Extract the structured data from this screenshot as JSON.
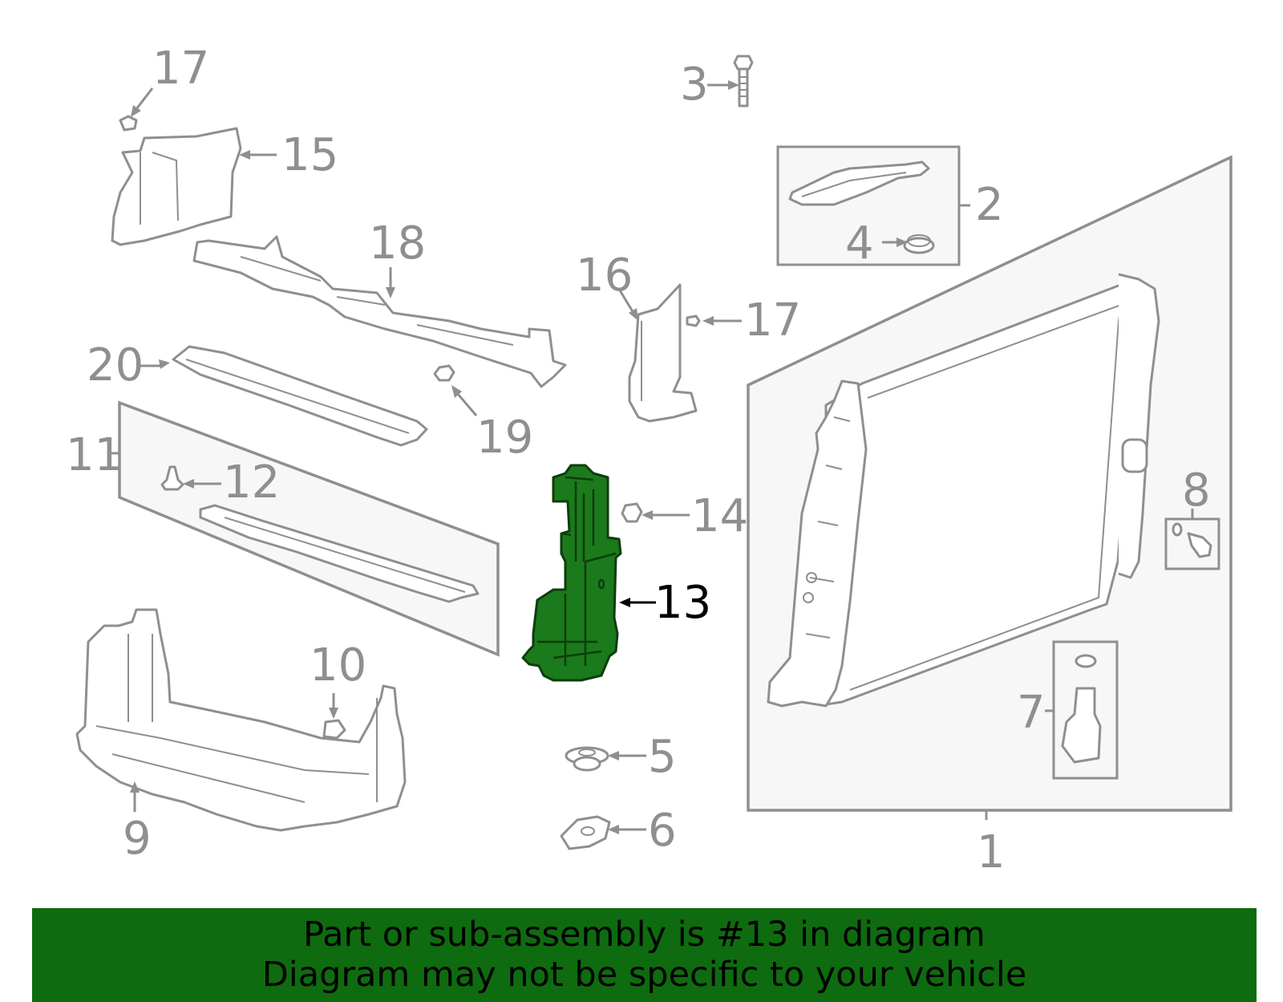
{
  "callouts": [
    {
      "id": "1",
      "text": "1"
    },
    {
      "id": "2",
      "text": "2"
    },
    {
      "id": "3",
      "text": "3"
    },
    {
      "id": "4",
      "text": "4"
    },
    {
      "id": "5",
      "text": "5"
    },
    {
      "id": "6",
      "text": "6"
    },
    {
      "id": "7",
      "text": "7"
    },
    {
      "id": "8",
      "text": "8"
    },
    {
      "id": "9",
      "text": "9"
    },
    {
      "id": "10",
      "text": "10"
    },
    {
      "id": "11",
      "text": "11"
    },
    {
      "id": "12",
      "text": "12"
    },
    {
      "id": "13",
      "text": "13"
    },
    {
      "id": "14",
      "text": "14"
    },
    {
      "id": "15",
      "text": "15"
    },
    {
      "id": "16",
      "text": "16"
    },
    {
      "id": "17a",
      "text": "17"
    },
    {
      "id": "17b",
      "text": "17"
    },
    {
      "id": "18",
      "text": "18"
    },
    {
      "id": "19",
      "text": "19"
    },
    {
      "id": "20",
      "text": "20"
    }
  ],
  "highlighted_part": "13",
  "colors": {
    "line": "#8f8f8f",
    "highlight_fill": "#1b7a1b",
    "banner": "#0f6b0f",
    "banner_text": "#000000",
    "panel_fill": "#f7f7f7"
  },
  "banner": {
    "line1": "Part or sub-assembly is #13 in diagram",
    "line2": "Diagram may not be specific to your vehicle"
  }
}
